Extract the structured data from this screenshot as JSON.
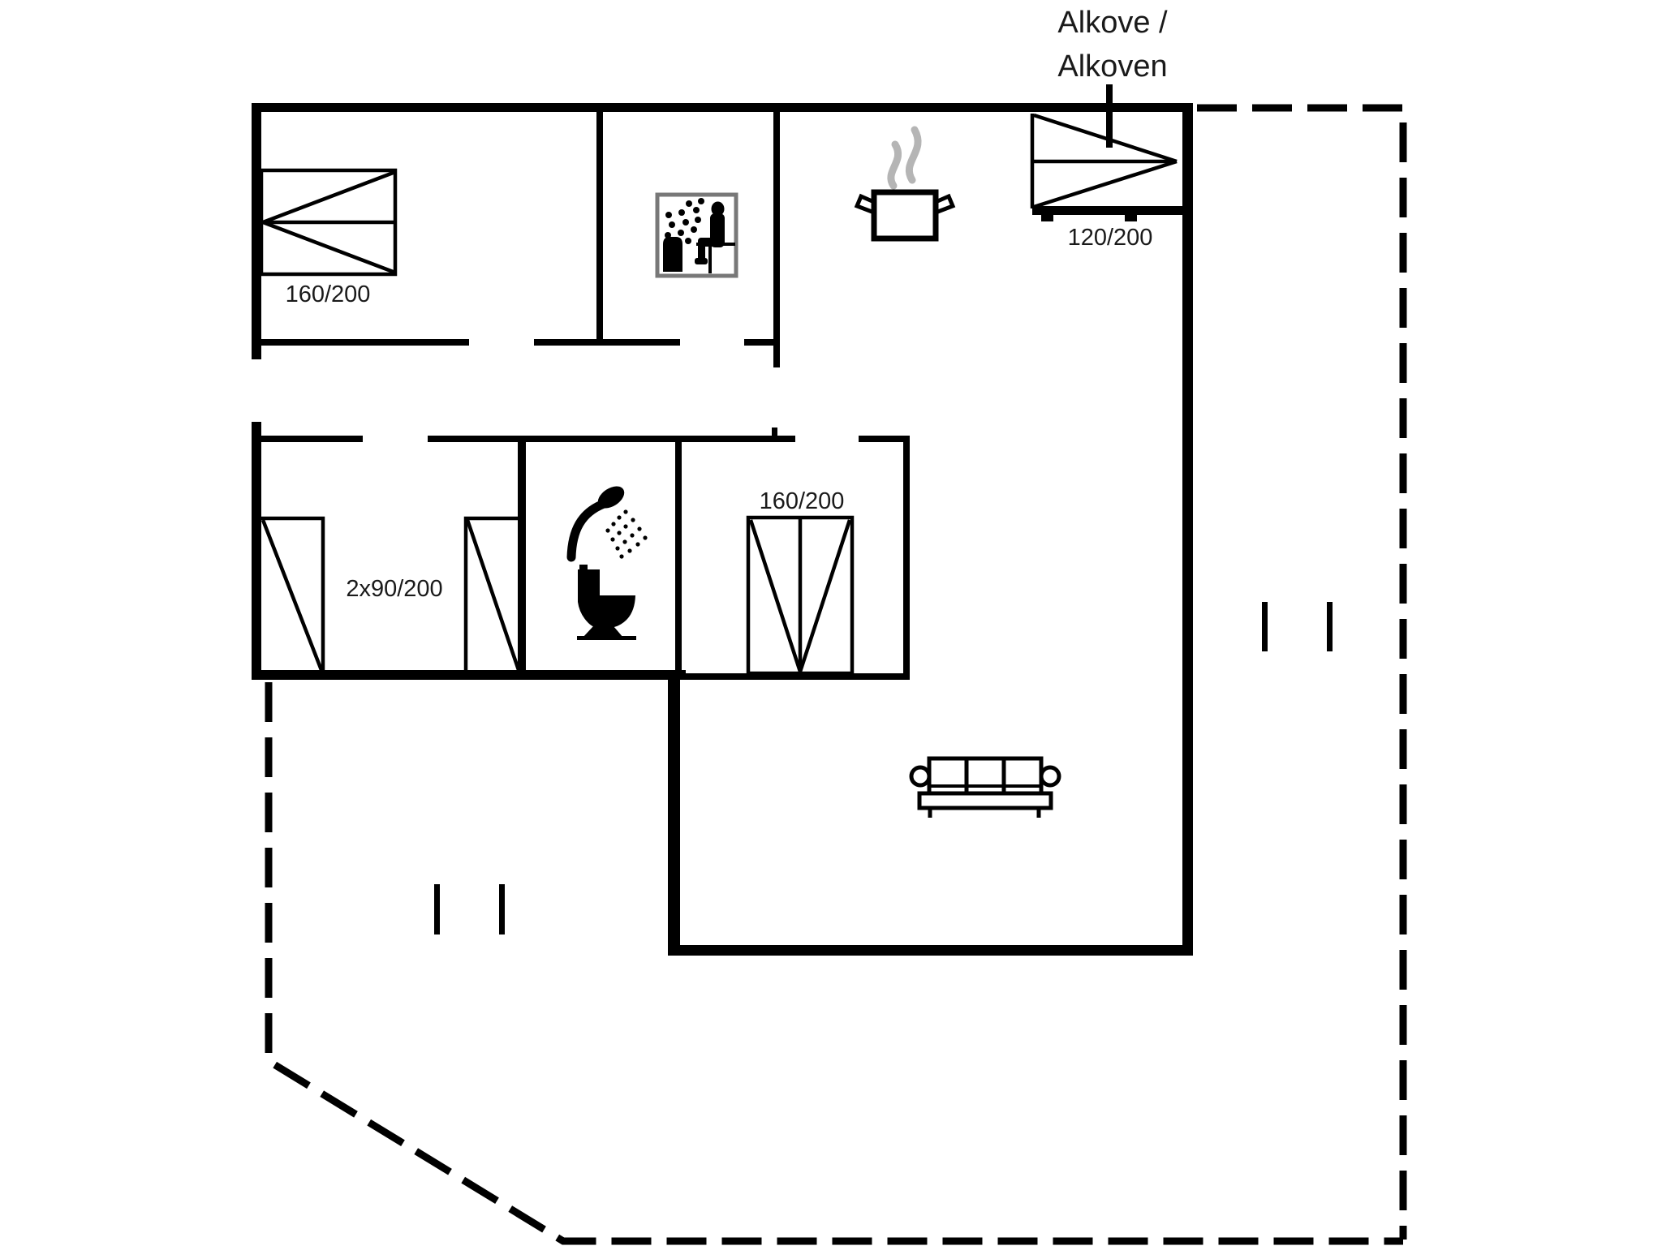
{
  "floorplan": {
    "background_color": "#ffffff",
    "line_color": "#000000",
    "steam_color": "#b5b5b5",
    "sauna_frame_color": "#787878",
    "annotation": {
      "alkove_line1": "Alkove /",
      "alkove_line2": "Alkoven"
    },
    "bed_labels": {
      "double_bed_top_left": "160/200",
      "alkove_bed": "120/200",
      "twin_beds": "2x90/200",
      "double_bed_middle": "160/200"
    },
    "icons": [
      {
        "name": "sauna-icon"
      },
      {
        "name": "cooking-pot-icon"
      },
      {
        "name": "shower-icon"
      },
      {
        "name": "toilet-icon"
      },
      {
        "name": "sofa-icon"
      }
    ]
  }
}
